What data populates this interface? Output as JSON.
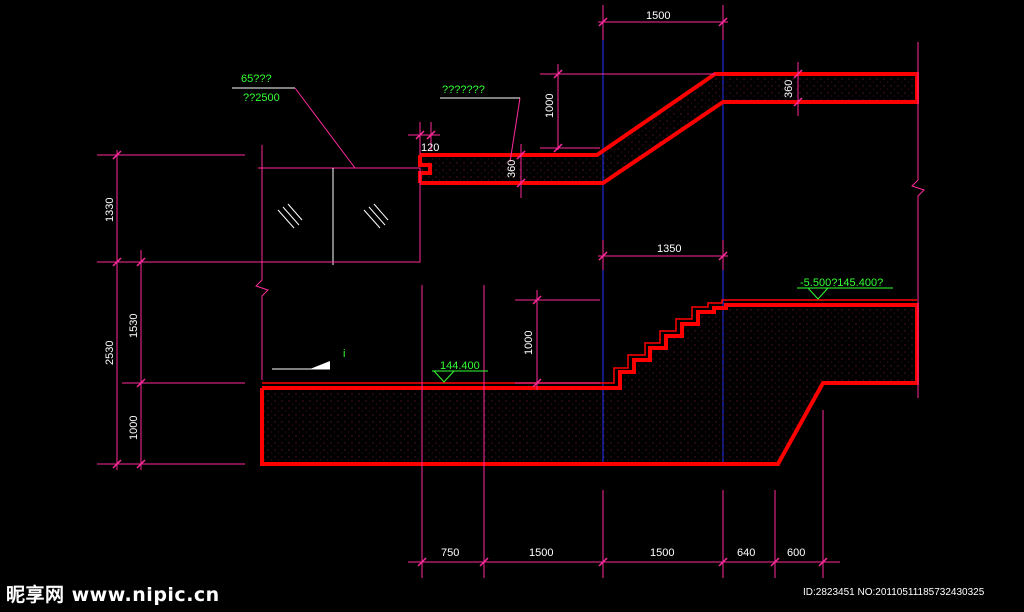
{
  "dimensions": {
    "top_1500": "1500",
    "top_360_right": "360",
    "top_1000": "1000",
    "top_120": "120",
    "top_360_left": "360",
    "left_1330": "1330",
    "left_2530": "2530",
    "left_1530": "1530",
    "left_1000": "1000",
    "mid_1350": "1350",
    "mid_1000": "1000",
    "bottom_750": "750",
    "bottom_1500_a": "1500",
    "bottom_1500_b": "1500",
    "bottom_640": "640",
    "bottom_600": "600"
  },
  "annotations": {
    "label_a_top": "65???",
    "label_a_bottom": "??2500",
    "label_b": "???????",
    "elev_right": "-5.500?145.400?",
    "elev_left": "144.400",
    "slope_mark": "i"
  },
  "watermark": {
    "site": "昵享网 www.nipic.cn",
    "id": "ID:2823451 NO:20110511185732430325"
  },
  "colors": {
    "background": "#000000",
    "structure": "#ff0000",
    "dimension_lines": "#ff2a9d",
    "axis_lines": "#2233ff",
    "annotation_text": "#33ff33",
    "dimension_text": "#ffffff"
  }
}
